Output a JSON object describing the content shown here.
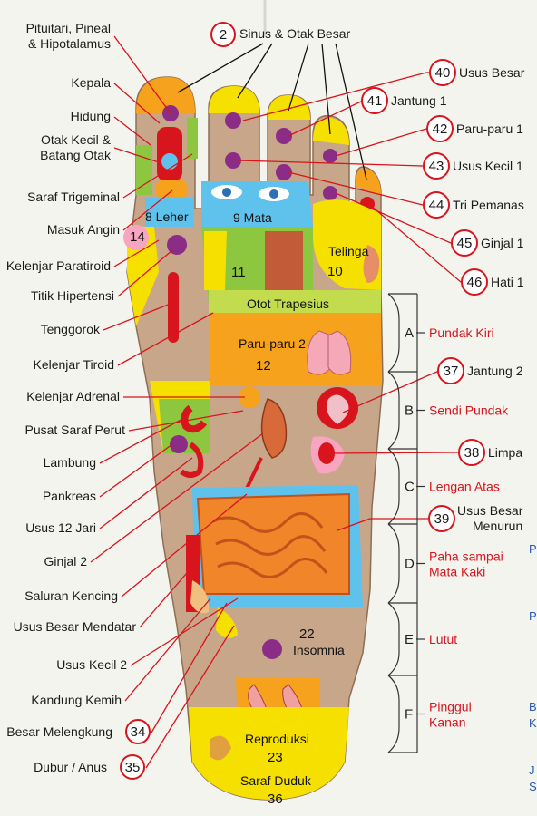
{
  "left_labels": [
    {
      "id": "pituitari",
      "lines": [
        "Pituitari, Pineal",
        "& Hipotalamus"
      ]
    },
    {
      "id": "kepala",
      "lines": [
        "Kepala"
      ]
    },
    {
      "id": "hidung",
      "lines": [
        "Hidung"
      ]
    },
    {
      "id": "otak-kecil",
      "lines": [
        "Otak Kecil &",
        "Batang Otak"
      ]
    },
    {
      "id": "saraf-trigeminal",
      "lines": [
        "Saraf Trigeminal"
      ]
    },
    {
      "id": "masuk-angin",
      "lines": [
        "Masuk Angin"
      ]
    },
    {
      "id": "kelenjar-paratiroid",
      "lines": [
        "Kelenjar Paratiroid"
      ]
    },
    {
      "id": "titik-hipertensi",
      "lines": [
        "Titik Hipertensi"
      ]
    },
    {
      "id": "tenggorok",
      "lines": [
        "Tenggorok"
      ]
    },
    {
      "id": "kelenjar-tiroid",
      "lines": [
        "Kelenjar Tiroid"
      ]
    },
    {
      "id": "kelenjar-adrenal",
      "lines": [
        "Kelenjar Adrenal"
      ]
    },
    {
      "id": "pusat-saraf-perut",
      "lines": [
        "Pusat Saraf Perut"
      ]
    },
    {
      "id": "lambung",
      "lines": [
        "Lambung"
      ]
    },
    {
      "id": "pankreas",
      "lines": [
        "Pankreas"
      ]
    },
    {
      "id": "usus-12-jari",
      "lines": [
        "Usus 12 Jari"
      ]
    },
    {
      "id": "ginjal-2",
      "lines": [
        "Ginjal 2"
      ]
    },
    {
      "id": "saluran-kencing",
      "lines": [
        "Saluran Kencing"
      ]
    },
    {
      "id": "usus-besar-mendatar",
      "lines": [
        "Usus Besar Mendatar"
      ]
    },
    {
      "id": "usus-kecil-2",
      "lines": [
        "Usus Kecil 2"
      ]
    },
    {
      "id": "kandung-kemih",
      "lines": [
        "Kandung Kemih"
      ]
    },
    {
      "id": "besar-melengkung",
      "lines": [
        "Besar Melengkung"
      ],
      "num": "34"
    },
    {
      "id": "dubur-anus",
      "lines": [
        "Dubur / Anus"
      ],
      "num": "35"
    }
  ],
  "top_label": {
    "num": "2",
    "text": "Sinus & Otak Besar"
  },
  "right_labels": [
    {
      "id": "usus-besar",
      "num": "40",
      "text": "Usus Besar"
    },
    {
      "id": "jantung-1",
      "num": "41",
      "text": "Jantung 1"
    },
    {
      "id": "paru-paru-1",
      "num": "42",
      "text": "Paru-paru 1"
    },
    {
      "id": "usus-kecil-1",
      "num": "43",
      "text": "Usus Kecil 1"
    },
    {
      "id": "tri-pemanas",
      "num": "44",
      "text": "Tri Pemanas"
    },
    {
      "id": "ginjal-1",
      "num": "45",
      "text": "Ginjal 1"
    },
    {
      "id": "hati-1",
      "num": "46",
      "text": "Hati 1"
    },
    {
      "id": "jantung-2",
      "num": "37",
      "text": "Jantung 2"
    },
    {
      "id": "limpa",
      "num": "38",
      "text": "Limpa"
    },
    {
      "id": "usus-besar-menurun",
      "num": "39",
      "lines": [
        "Usus Besar",
        "Menurun"
      ]
    }
  ],
  "foot_zones": {
    "leher": "8 Leher",
    "mata": "9 Mata",
    "paratiroid_num": "14",
    "zone11": "11",
    "telinga": "Telinga",
    "telinga_num": "10",
    "otot": "Otot Trapesius",
    "paru2": "Paru-paru 2",
    "paru2_num": "12",
    "num22": "22",
    "insomnia": "Insomnia",
    "reproduksi": "Reproduksi",
    "reproduksi_num": "23",
    "saraf_duduk": "Saraf Duduk",
    "saraf_duduk_num": "36"
  },
  "sections": [
    {
      "letter": "A",
      "lines": [
        "Pundak Kiri"
      ]
    },
    {
      "letter": "B",
      "lines": [
        "Sendi Pundak"
      ]
    },
    {
      "letter": "C",
      "lines": [
        "Lengan Atas"
      ]
    },
    {
      "letter": "D",
      "lines": [
        "Paha sampai",
        "Mata Kaki"
      ]
    },
    {
      "letter": "E",
      "lines": [
        "Lutut"
      ]
    },
    {
      "letter": "F",
      "lines": [
        "Pinggul",
        "Kanan"
      ]
    }
  ],
  "edge_fragments": [
    "P",
    "P",
    "B",
    "K",
    "J",
    "S"
  ],
  "colors": {
    "red": "#d8141c",
    "yellow": "#f6e000",
    "orange": "#f7a21c",
    "green": "#8dc63f",
    "blue": "#5fc2ec",
    "purple": "#8b2d86",
    "skin": "#c9a98a"
  }
}
